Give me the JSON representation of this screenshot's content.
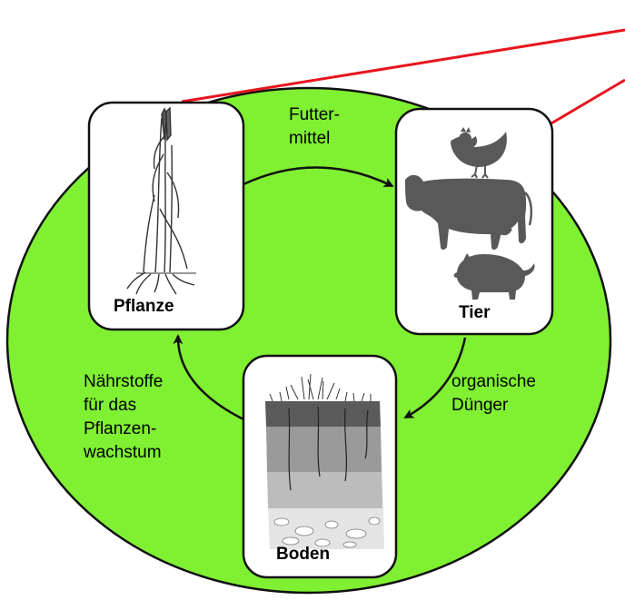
{
  "diagram": {
    "colors": {
      "circle_fill": "#80f032",
      "outline": "#111111",
      "pointer_lines": "#e8141e",
      "box_fill": "#ffffff"
    },
    "nodes": {
      "plant": {
        "label": "Pflanze",
        "icon": "wheat-plant-icon"
      },
      "animal": {
        "label": "Tier",
        "icons": [
          "chicken-icon",
          "cow-icon",
          "pig-icon"
        ]
      },
      "soil": {
        "label": "Boden",
        "icon": "soil-profile-icon"
      }
    },
    "flows": {
      "plant_to_animal": {
        "lines": [
          "Futter-",
          "mittel"
        ]
      },
      "animal_to_soil": {
        "lines": [
          "organische",
          "Dünger"
        ]
      },
      "soil_to_plant": {
        "lines": [
          "Nährstoffe",
          "für das",
          "Pflanzen-",
          "wachstum"
        ]
      }
    }
  }
}
